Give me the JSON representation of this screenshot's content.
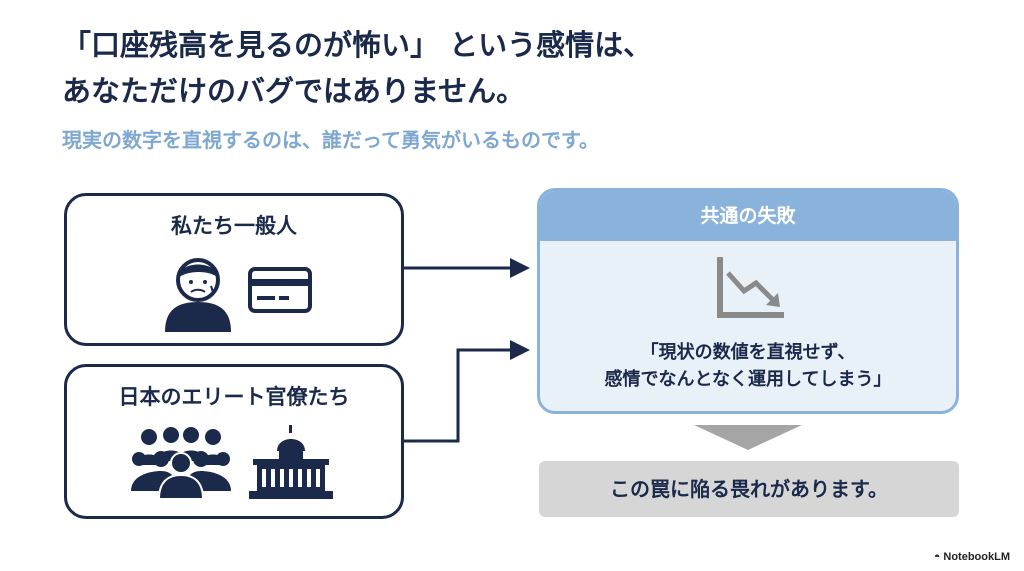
{
  "title": {
    "line1": "「口座残高を見るのが怖い」 という感情は、",
    "line2": "あなただけのバグではありません。"
  },
  "subtitle": "現実の数字を直視するのは、誰だって勇気がいるものです。",
  "left_boxes": [
    {
      "label": "私たち一般人",
      "icons": [
        "worried-person-icon",
        "credit-card-icon"
      ]
    },
    {
      "label": "日本のエリート官僚たち",
      "icons": [
        "crowd-icon",
        "government-building-icon"
      ]
    }
  ],
  "panel": {
    "header": "共通の失敗",
    "icon": "declining-chart-icon",
    "quote_line1": "「現状の数値を直視せず、",
    "quote_line2": "感情でなんとなく運用してしまう」"
  },
  "result": "この罠に陥る畏れがあります。",
  "brand": "NotebookLM",
  "colors": {
    "navy": "#1b2a4a",
    "light_blue": "#8ab3dc",
    "panel_bg": "#e8f0f8",
    "subtitle": "#7fa8d1",
    "grey": "#d6d6d6"
  }
}
